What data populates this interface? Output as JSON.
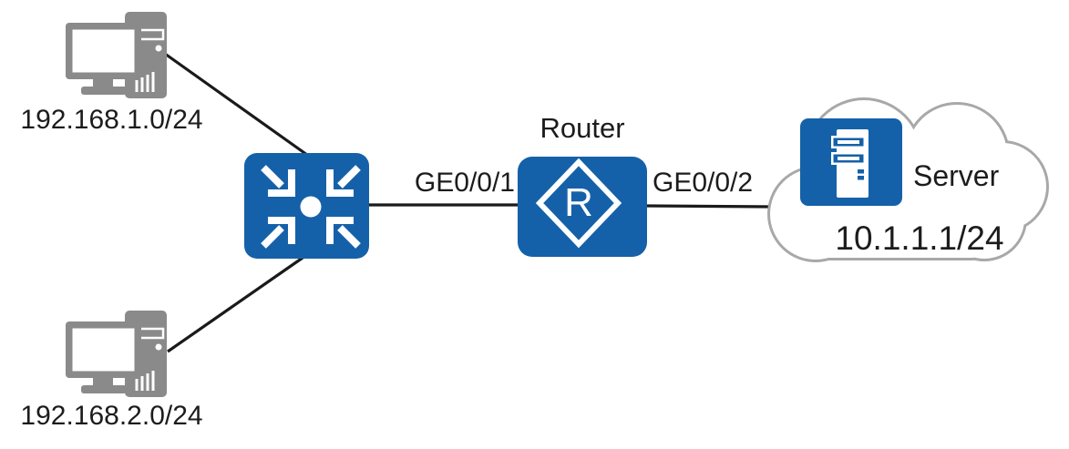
{
  "diagram": {
    "type": "network-topology",
    "nodes": {
      "pc1": {
        "type": "pc",
        "label": "192.168.1.0/24"
      },
      "pc2": {
        "type": "pc",
        "label": "192.168.2.0/24"
      },
      "switch": {
        "type": "lan-switch"
      },
      "router": {
        "type": "router",
        "label": "Router",
        "symbol": "R"
      },
      "cloud": {
        "type": "network-cloud"
      },
      "server": {
        "type": "server",
        "label": "Server",
        "ip": "10.1.1.1/24"
      }
    },
    "links": [
      {
        "from": "pc1",
        "to": "switch"
      },
      {
        "from": "pc2",
        "to": "switch"
      },
      {
        "from": "switch",
        "to": "router",
        "label": "GE0/0/1"
      },
      {
        "from": "router",
        "to": "cloud",
        "label": "GE0/0/2"
      }
    ],
    "colors": {
      "node_blue": "#1561a9",
      "pc_gray": "#8a8a8a",
      "cloud_gray": "#a8a8a8",
      "line": "#1a1a1a",
      "text": "#1c1c1c",
      "background": "#ffffff"
    }
  }
}
